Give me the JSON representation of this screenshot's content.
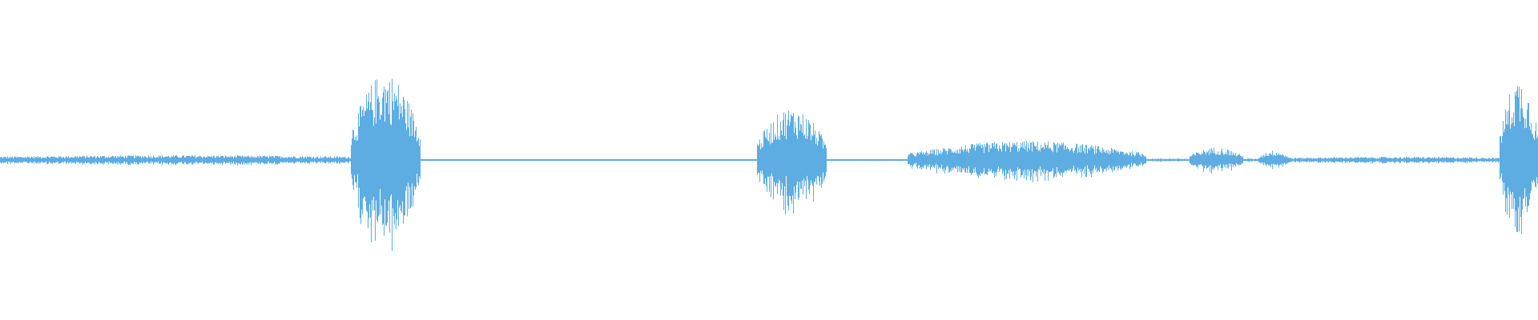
{
  "waveform": {
    "color": "#5dade2",
    "background": "#ffffff",
    "duration_fraction_segments": [
      {
        "start": 0.0,
        "end": 0.228,
        "peak": 0.03
      },
      {
        "start": 0.228,
        "end": 0.273,
        "peak": 0.55
      },
      {
        "start": 0.273,
        "end": 0.492,
        "peak": 0.005
      },
      {
        "start": 0.492,
        "end": 0.537,
        "peak": 0.33
      },
      {
        "start": 0.537,
        "end": 0.59,
        "peak": 0.005
      },
      {
        "start": 0.59,
        "end": 0.745,
        "peak": 0.12
      },
      {
        "start": 0.745,
        "end": 0.773,
        "peak": 0.01
      },
      {
        "start": 0.773,
        "end": 0.808,
        "peak": 0.08
      },
      {
        "start": 0.808,
        "end": 0.818,
        "peak": 0.01
      },
      {
        "start": 0.818,
        "end": 0.838,
        "peak": 0.06
      },
      {
        "start": 0.838,
        "end": 0.975,
        "peak": 0.02
      },
      {
        "start": 0.975,
        "end": 1.0,
        "peak": 0.52
      }
    ]
  }
}
